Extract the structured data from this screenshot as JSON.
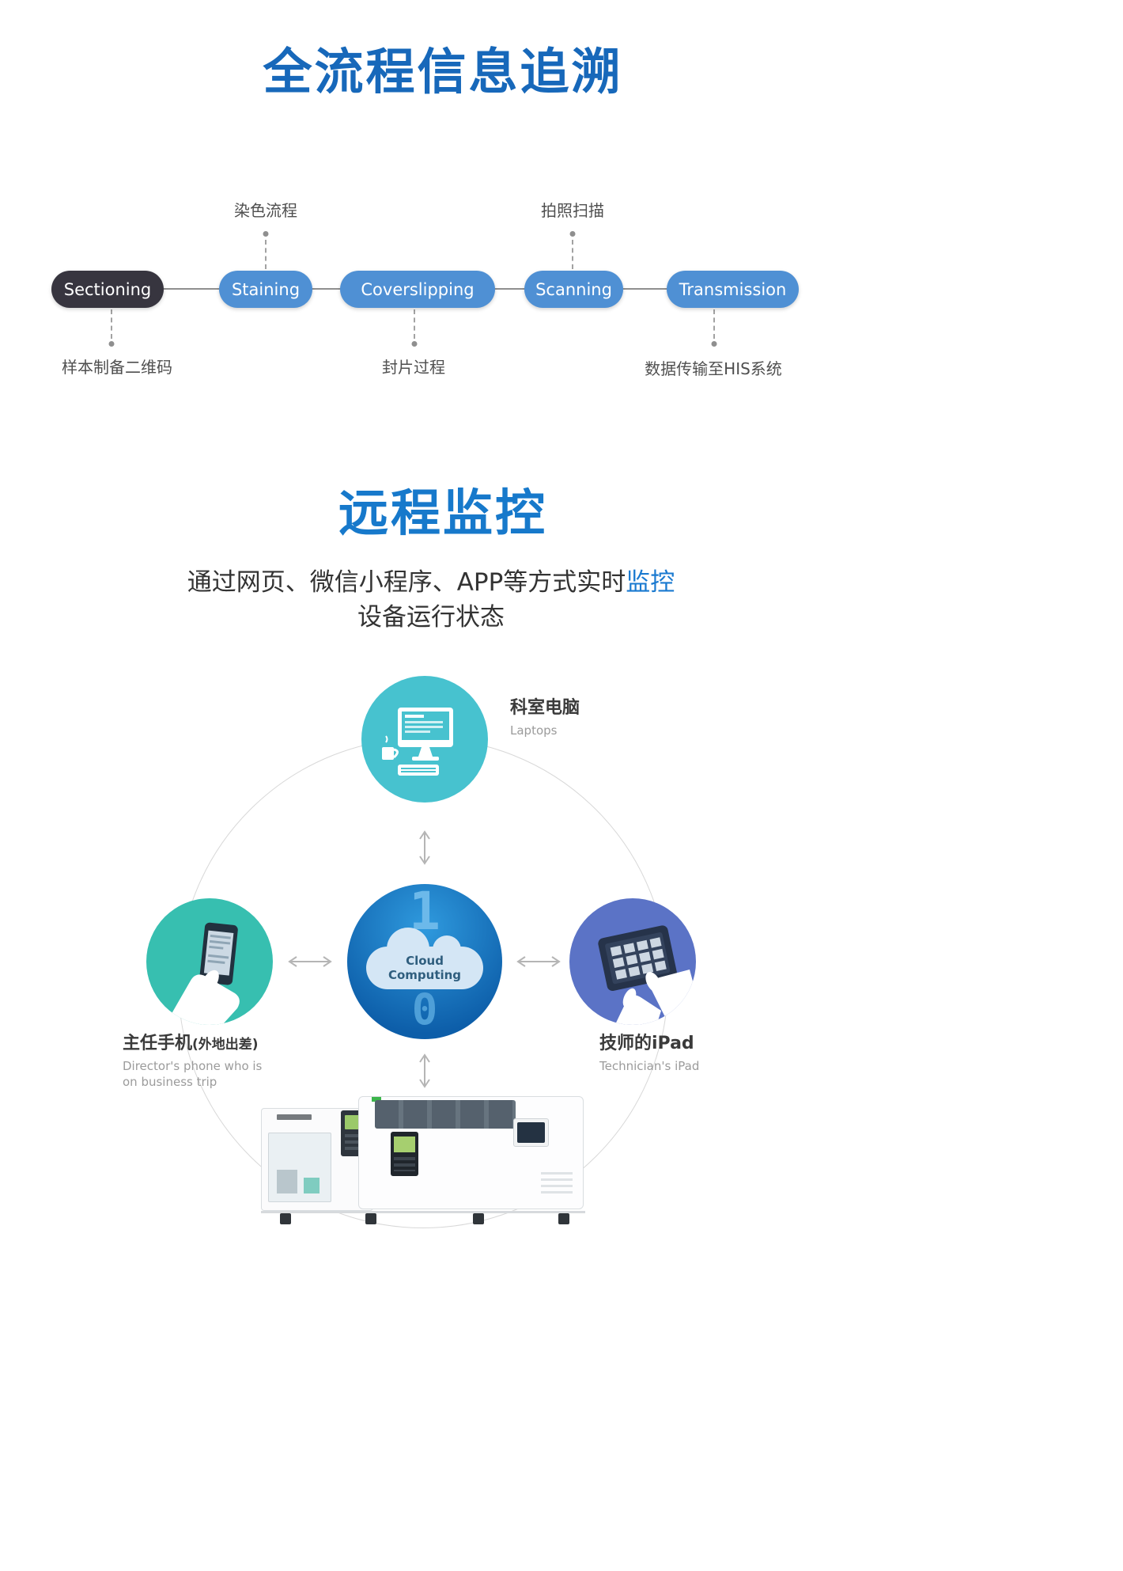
{
  "traceability": {
    "title": "全流程信息追溯",
    "title_color": "#1768ba",
    "steps": {
      "sectioning": "Sectioning",
      "staining": "Staining",
      "coverslipping": "Coverslipping",
      "scanning": "Scanning",
      "transmission": "Transmission"
    },
    "notes": {
      "staining_above": "染色流程",
      "scanning_above": "拍照扫描",
      "sectioning_below": "样本制备二维码",
      "coverslipping_below": "封片过程",
      "transmission_below": "数据传输至HIS系统"
    },
    "colors": {
      "pill_blue": "#4f90d4",
      "pill_dark": "#37353f",
      "connector_gray": "#8f8f8f"
    }
  },
  "monitoring": {
    "title": "远程监控",
    "title_color": "#1779cb",
    "subtitle": {
      "line1_normal": "通过网页、微信小程序、APP等方式实时",
      "line1_highlight": "监控",
      "line2": "设备运行状态",
      "highlight_color": "#1a7ad0"
    },
    "nodes": {
      "laptops": {
        "title": "科室电脑",
        "subtitle": "Laptops",
        "color": "#47c2cf"
      },
      "phone": {
        "title": "主任手机",
        "title_note": "(外地出差)",
        "subtitle_line1": "Director's phone who is",
        "subtitle_line2": "on business trip",
        "color": "#37bfb0"
      },
      "ipad": {
        "title": "技师的iPad",
        "subtitle": "Technician's iPad",
        "color": "#5b73c6"
      },
      "cloud": {
        "line1": "Cloud",
        "line2": "Computing",
        "digit_top": "1",
        "digit_bottom": "0",
        "color": "#1272bd"
      }
    }
  }
}
